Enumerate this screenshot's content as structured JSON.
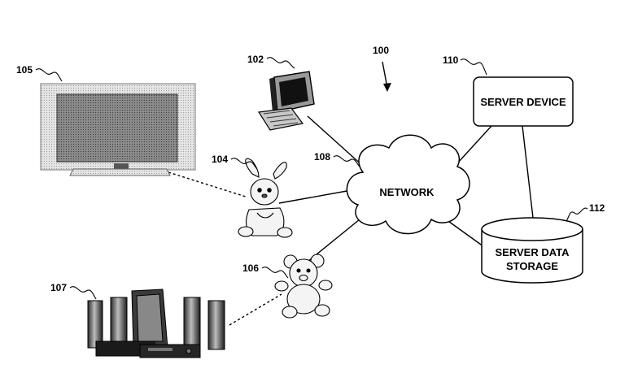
{
  "refs": {
    "system": "100",
    "computer": "102",
    "rabbit_toy": "104",
    "television": "105",
    "bear_toy": "106",
    "speakers": "107",
    "network": "108",
    "server_device": "110",
    "server_storage": "112"
  },
  "labels": {
    "network": "NETWORK",
    "server_device": "SERVER DEVICE",
    "server_storage_line1": "SERVER DATA",
    "server_storage_line2": "STORAGE"
  }
}
